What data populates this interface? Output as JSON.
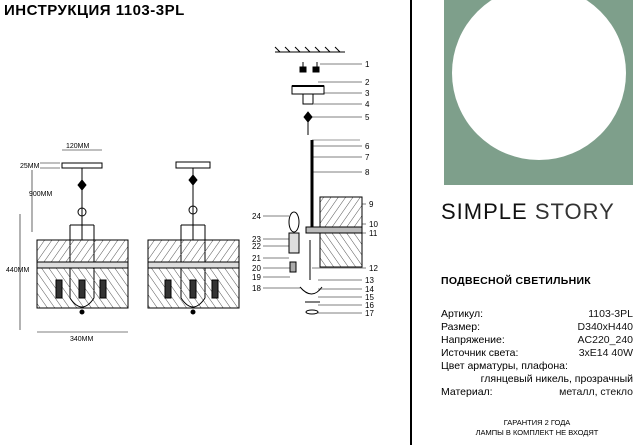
{
  "title": "ИНСТРУКЦИЯ 1103-3PL",
  "dims": {
    "d120": "120MM",
    "d25": "25MM",
    "d900": "900MM",
    "d440": "440MM",
    "d340": "340MM"
  },
  "callouts": [
    "1",
    "2",
    "3",
    "4",
    "5",
    "6",
    "7",
    "8",
    "9",
    "10",
    "11",
    "12",
    "13",
    "14",
    "15",
    "16",
    "17",
    "18",
    "19",
    "20",
    "21",
    "22",
    "23",
    "24"
  ],
  "brand": {
    "word1": "SIMPLE",
    "word2": "STORY"
  },
  "colors": {
    "brand_box": "#7e9f8b"
  },
  "product_type": "ПОДВЕСНОЙ СВЕТИЛЬНИК",
  "specs": [
    {
      "label": "Артикул:",
      "value": "1103-3PL"
    },
    {
      "label": "Размер:",
      "value": "D340xH440"
    },
    {
      "label": "Напряжение:",
      "value": "AC220_240"
    },
    {
      "label": "Источник света:",
      "value": "3xE14 40W"
    }
  ],
  "color_label": "Цвет арматуры, плафона:",
  "color_value": "глянцевый никель, прозрачный",
  "material": {
    "label": "Материал:",
    "value": "металл, стекло"
  },
  "footer": {
    "line1": "ГАРАНТИЯ 2 ГОДА",
    "line2": "ЛАМПЫ В КОМПЛЕКТ НЕ ВХОДЯТ"
  }
}
